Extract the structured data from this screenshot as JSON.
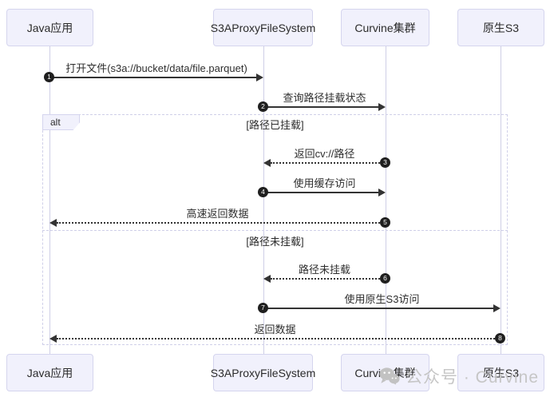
{
  "diagram": {
    "type": "sequence",
    "participants": [
      {
        "label": "Java应用"
      },
      {
        "label": "S3AProxyFileSystem"
      },
      {
        "label": "Curvine集群"
      },
      {
        "label": "原生S3"
      }
    ],
    "alt": {
      "label": "alt",
      "branches": [
        {
          "condition": "[路径已挂载]"
        },
        {
          "condition": "[路径未挂载]"
        }
      ]
    },
    "messages": [
      {
        "num": "1",
        "label": "打开文件(s3a://bucket/data/file.parquet)",
        "from": "Java应用",
        "to": "S3AProxyFileSystem",
        "line": "solid"
      },
      {
        "num": "2",
        "label": "查询路径挂载状态",
        "from": "S3AProxyFileSystem",
        "to": "Curvine集群",
        "line": "solid"
      },
      {
        "num": "3",
        "label": "返回cv://路径",
        "from": "Curvine集群",
        "to": "S3AProxyFileSystem",
        "line": "dashed"
      },
      {
        "num": "4",
        "label": "使用缓存访问",
        "from": "S3AProxyFileSystem",
        "to": "Curvine集群",
        "line": "solid"
      },
      {
        "num": "5",
        "label": "高速返回数据",
        "from": "Curvine集群",
        "to": "Java应用",
        "line": "dashed"
      },
      {
        "num": "6",
        "label": "路径未挂载",
        "from": "Curvine集群",
        "to": "S3AProxyFileSystem",
        "line": "dashed"
      },
      {
        "num": "7",
        "label": "使用原生S3访问",
        "from": "S3AProxyFileSystem",
        "to": "原生S3",
        "line": "solid"
      },
      {
        "num": "8",
        "label": "返回数据",
        "from": "原生S3",
        "to": "Java应用",
        "line": "dashed"
      }
    ],
    "watermark": {
      "icon": "wechat-icon",
      "text": "公众号 · Curvine"
    },
    "colors": {
      "actor_fill": "#f1f1fc",
      "actor_border": "#d5d5ee",
      "lifeline": "#cfcfe6",
      "arrow": "#333333",
      "badge": "#1f1f1f",
      "alt_border": "#cfcfe8",
      "watermark": "#c6c6c6",
      "background": "#ffffff"
    }
  }
}
